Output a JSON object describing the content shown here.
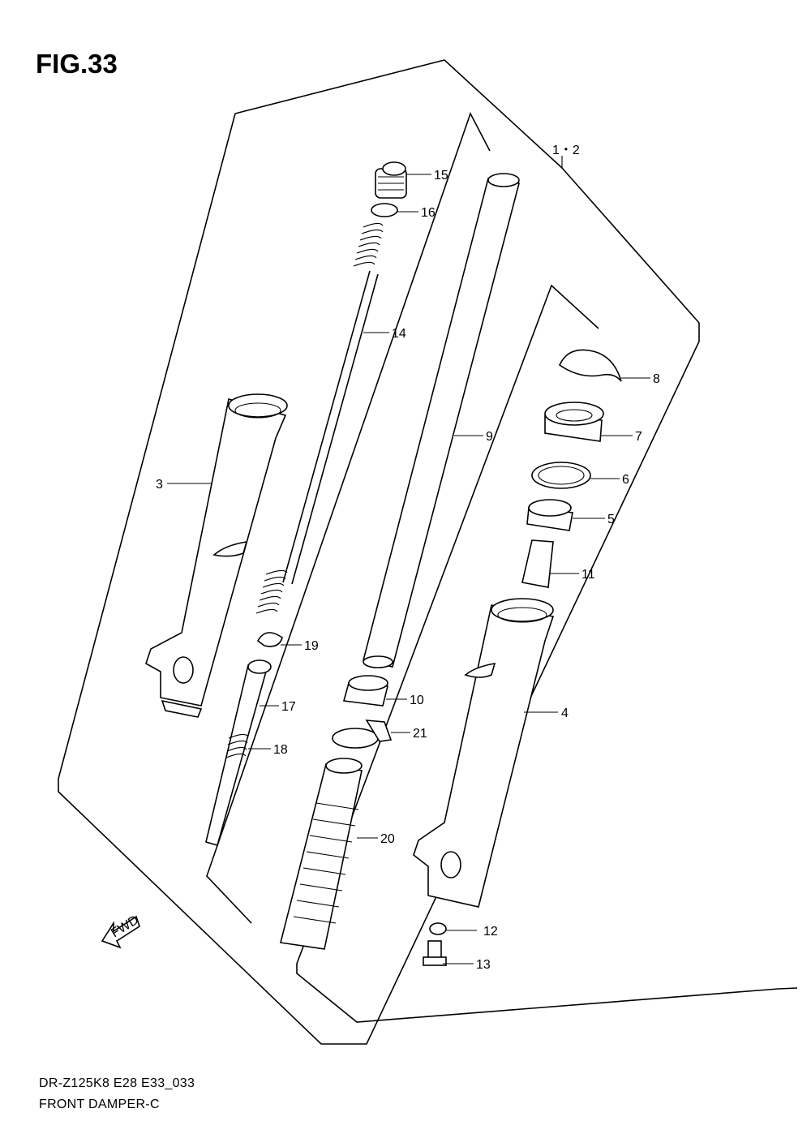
{
  "figure": {
    "title": "FIG.33",
    "code": "DR-Z125K8 E28 E33_033",
    "name": "FRONT DAMPER-C",
    "fwd_label": "FWD"
  },
  "callouts": [
    {
      "id": "1-2",
      "label": "1・2"
    },
    {
      "id": "3",
      "label": "3"
    },
    {
      "id": "4",
      "label": "4"
    },
    {
      "id": "5",
      "label": "5"
    },
    {
      "id": "6",
      "label": "6"
    },
    {
      "id": "7",
      "label": "7"
    },
    {
      "id": "8",
      "label": "8"
    },
    {
      "id": "9",
      "label": "9"
    },
    {
      "id": "10",
      "label": "10"
    },
    {
      "id": "11",
      "label": "11"
    },
    {
      "id": "12",
      "label": "12"
    },
    {
      "id": "13",
      "label": "13"
    },
    {
      "id": "14",
      "label": "14"
    },
    {
      "id": "15",
      "label": "15"
    },
    {
      "id": "16",
      "label": "16"
    },
    {
      "id": "17",
      "label": "17"
    },
    {
      "id": "18",
      "label": "18"
    },
    {
      "id": "19",
      "label": "19"
    },
    {
      "id": "20",
      "label": "20"
    },
    {
      "id": "21",
      "label": "21"
    }
  ]
}
